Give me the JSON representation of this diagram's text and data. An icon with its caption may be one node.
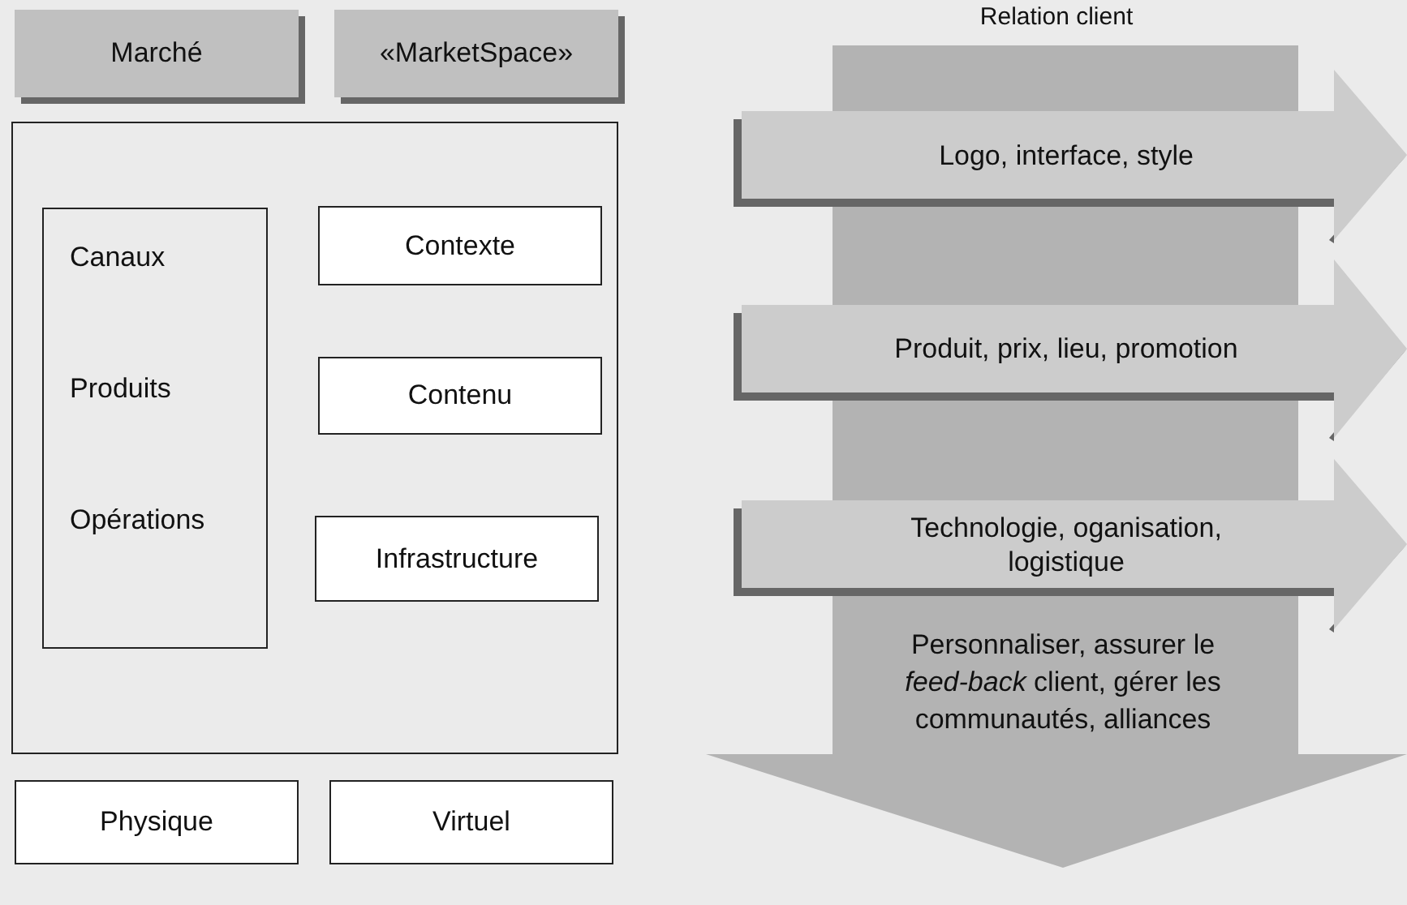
{
  "diagram": {
    "nodes": [
      {
        "text": [
          "Marché"
        ]
      },
      {
        "text": [
          "«MarketSpace»"
        ]
      },
      {
        "text": [],
        "shape": "box"
      },
      {
        "text": [
          "Canaux",
          "Produits",
          "Opérations"
        ],
        "in": 2
      },
      {
        "text": [
          "Contexte"
        ],
        "in": 2
      },
      {
        "text": [
          "Contenu"
        ],
        "in": 2
      },
      {
        "text": [
          "Infrastructure"
        ],
        "in": 2
      },
      {
        "text": [
          "Physique"
        ]
      },
      {
        "text": [
          "Virtuel"
        ]
      },
      {
        "text": [
          "Relation client",
          "Personnaliser, assurer le *feed-back* client, gérer les communautés, alliances"
        ]
      },
      {
        "text": [
          "Logo, interface, style"
        ],
        "in": 9
      },
      {
        "text": [
          "Produit, prix, lieu, promotion"
        ],
        "in": 9
      },
      {
        "text": [
          "Technologie, oganisation, logistique"
        ],
        "in": 9
      }
    ]
  }
}
